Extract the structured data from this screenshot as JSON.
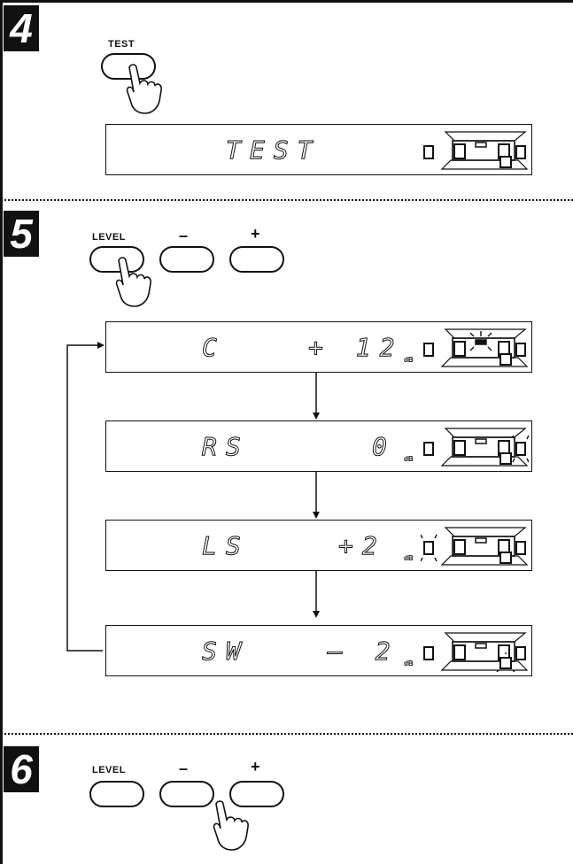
{
  "steps": {
    "s4": {
      "number": "4",
      "button_label": "TEST",
      "display_text": "TEST"
    },
    "s5": {
      "number": "5",
      "buttons": {
        "level": "LEVEL",
        "minus": "–",
        "plus": "+"
      },
      "displays": [
        {
          "channel": "C",
          "value": "+ 12",
          "unit": "dB"
        },
        {
          "channel": "RS",
          "value": "0",
          "unit": "dB"
        },
        {
          "channel": "LS",
          "value": "+2",
          "unit": "dB"
        },
        {
          "channel": "SW",
          "value": "– 2",
          "unit": "dB"
        }
      ]
    },
    "s6": {
      "number": "6",
      "buttons": {
        "level": "LEVEL",
        "minus": "–",
        "plus": "+"
      }
    }
  },
  "colors": {
    "ink": "#111111",
    "paper": "#ffffff"
  }
}
